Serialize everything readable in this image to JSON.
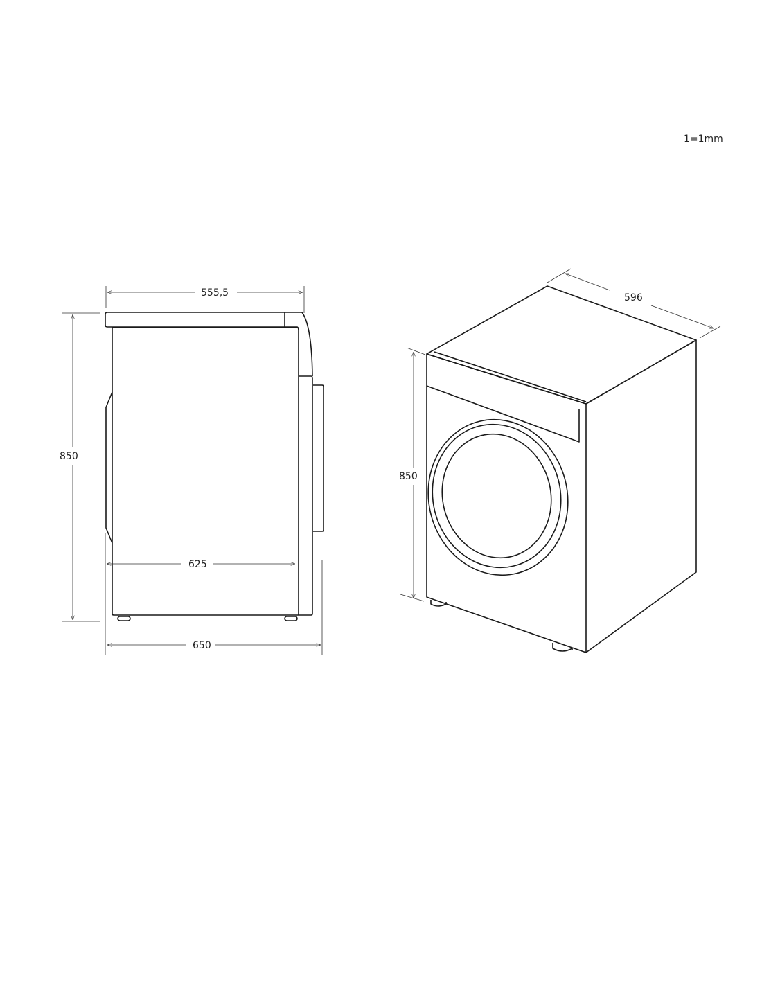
{
  "scale_note": "1=1mm",
  "side_view": {
    "top_depth": "555,5",
    "height": "850",
    "body_depth": "625",
    "total_depth": "650"
  },
  "iso_view": {
    "width": "596",
    "height": "850"
  }
}
